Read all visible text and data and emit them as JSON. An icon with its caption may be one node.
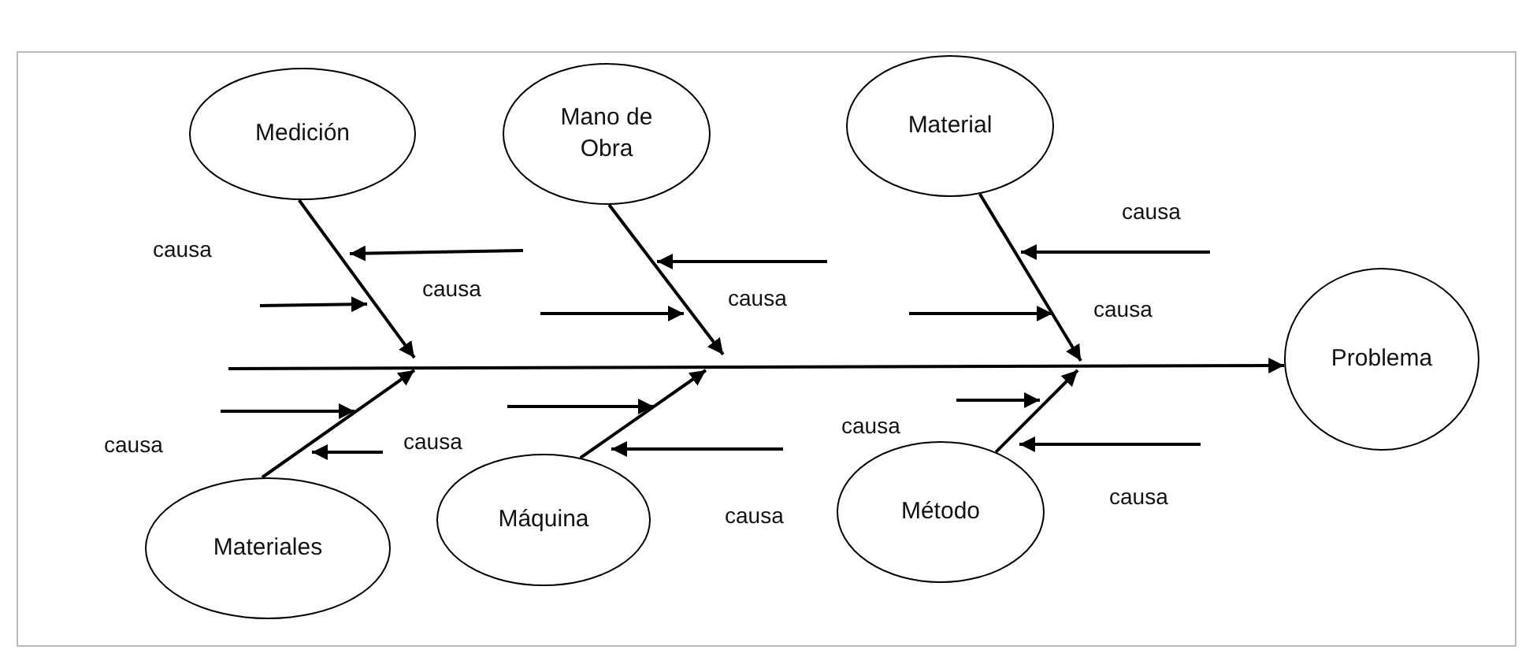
{
  "diagram": {
    "nodes": [
      {
        "text": [
          "Medición"
        ]
      },
      {
        "text": [
          "Mano de Obra"
        ]
      },
      {
        "text": [
          "Material"
        ]
      },
      {
        "text": [
          "Problema"
        ]
      },
      {
        "text": [
          "Materiales"
        ]
      },
      {
        "text": [
          "Máquina"
        ]
      },
      {
        "text": [
          "Método"
        ]
      }
    ],
    "edges": [
      {
        "from": null,
        "to": 3,
        "arrow": "to"
      },
      {
        "from": 0,
        "to": null,
        "arrow": "to"
      },
      {
        "from": 1,
        "to": null,
        "arrow": "to"
      },
      {
        "from": 2,
        "to": null,
        "arrow": "to"
      },
      {
        "from": 4,
        "to": null,
        "arrow": "to"
      },
      {
        "from": 5,
        "to": null,
        "arrow": "to"
      },
      {
        "from": 6,
        "to": null,
        "arrow": "to"
      }
    ],
    "labels": [
      "causa",
      "causa",
      "causa",
      "causa",
      "causa",
      "causa",
      "causa",
      "causa",
      "causa",
      "causa"
    ]
  }
}
